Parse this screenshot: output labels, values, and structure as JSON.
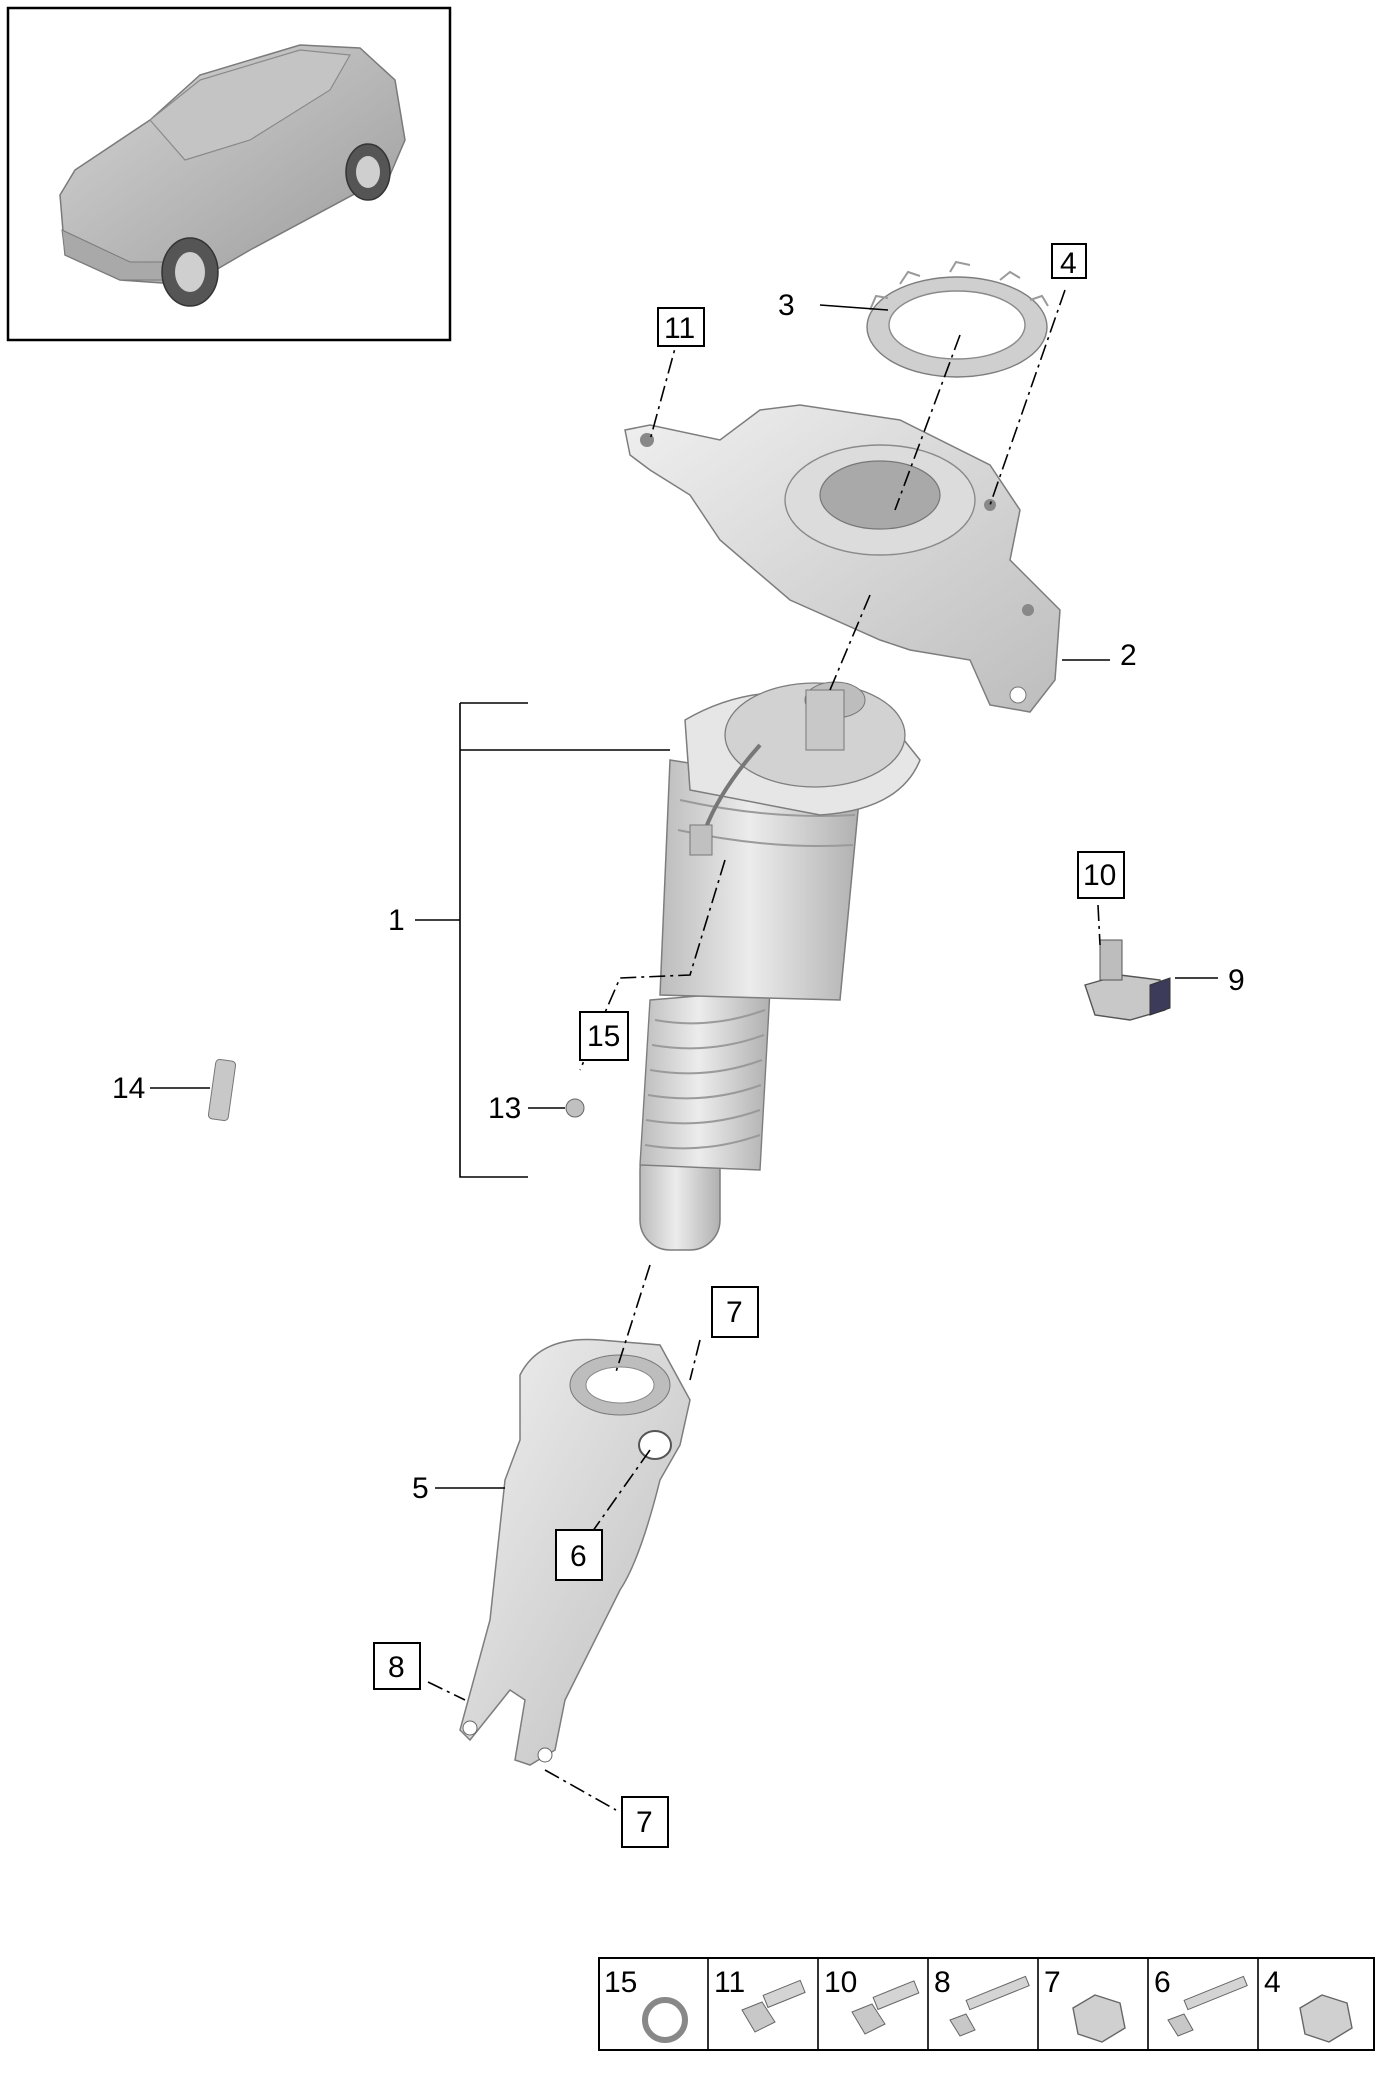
{
  "callouts": {
    "c1": "1",
    "c2": "2",
    "c3": "3",
    "c4": "4",
    "c5": "5",
    "c6": "6",
    "c7a": "7",
    "c7b": "7",
    "c8": "8",
    "c9": "9",
    "c10": "10",
    "c11": "11",
    "c13": "13",
    "c14": "14",
    "c15": "15"
  },
  "legend": {
    "cells": [
      "15",
      "11",
      "10",
      "8",
      "7",
      "6",
      "4"
    ]
  },
  "colors": {
    "part_fill": "#d8d8d8",
    "outline": "#000000"
  },
  "icons": {
    "thumbnail": "suv-car-icon",
    "washer": "washer-icon",
    "bolt": "bolt-icon",
    "nut": "nut-icon"
  }
}
